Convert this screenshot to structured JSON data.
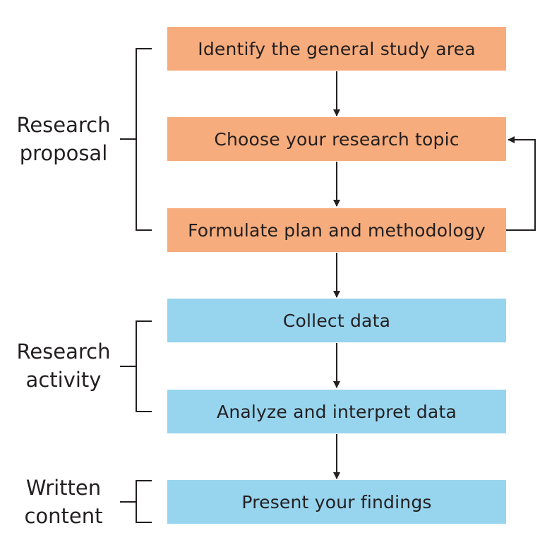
{
  "steps": [
    {
      "label": "Identify the general study area",
      "color": "#f6ac7c"
    },
    {
      "label": "Choose your research topic",
      "color": "#f6ac7c"
    },
    {
      "label": "Formulate plan and methodology",
      "color": "#f6ac7c"
    },
    {
      "label": "Collect data",
      "color": "#97d4ee"
    },
    {
      "label": "Analyze and interpret data",
      "color": "#97d4ee"
    },
    {
      "label": "Present your findings",
      "color": "#97d4ee"
    }
  ],
  "groups": [
    {
      "line1": "Research",
      "line2": "proposal"
    },
    {
      "line1": "Research",
      "line2": "activity"
    },
    {
      "line1": "Written",
      "line2": "content"
    }
  ]
}
